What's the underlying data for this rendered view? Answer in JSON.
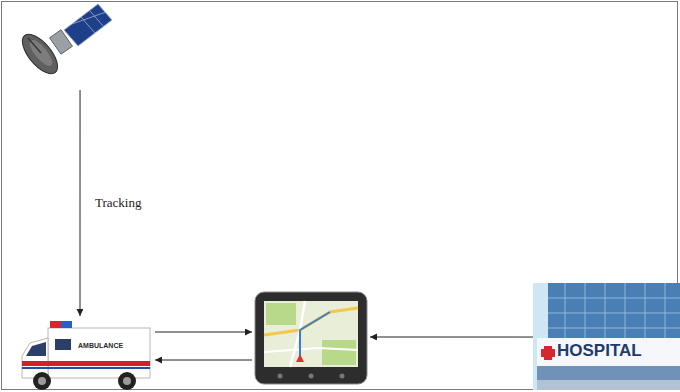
{
  "diagram": {
    "nodes": [
      {
        "text": []
      },
      {
        "text": [
          "AMBULANCE"
        ]
      },
      {
        "text": []
      },
      {
        "text": [
          "HOSPITAL"
        ]
      }
    ],
    "edges": [
      {
        "from": 0,
        "to": 1,
        "arrow": "to",
        "label": "Tracking"
      },
      {
        "from": 1,
        "to": 2,
        "arrow": "to"
      },
      {
        "from": 2,
        "to": 1,
        "arrow": "to"
      },
      {
        "from": 3,
        "to": 2,
        "arrow": "to"
      }
    ]
  }
}
